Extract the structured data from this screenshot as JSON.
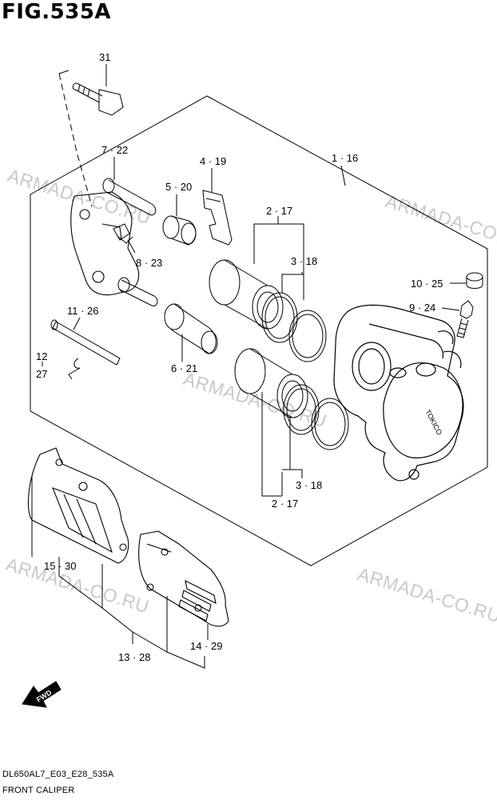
{
  "figure_title": "FIG.535A",
  "watermark": "ARMADA-CO.RU",
  "part_labels": {
    "p31": "31",
    "p7_22": "7 · 22",
    "p5_20": "5 · 20",
    "p4_19": "4 · 19",
    "p1_16": "1 · 16",
    "p2_17_top": "2 · 17",
    "p3_18_top": "3 · 18",
    "p8_23": "8 · 23",
    "p10_25": "10 · 25",
    "p9_24": "9 · 24",
    "p11_26": "11 · 26",
    "p12": "12",
    "p27": "27",
    "p6_21": "6 · 21",
    "p3_18_bottom": "3 · 18",
    "p2_17_bottom": "2 · 17",
    "p15_30": "15 · 30",
    "p14_29": "14 · 29",
    "p13_28": "13 · 28"
  },
  "fwd_label": "FWD",
  "caliper_brand": "TOKICO",
  "footer": {
    "code": "DL650AL7_E03_E28_535A",
    "name": "FRONT CALIPER"
  }
}
